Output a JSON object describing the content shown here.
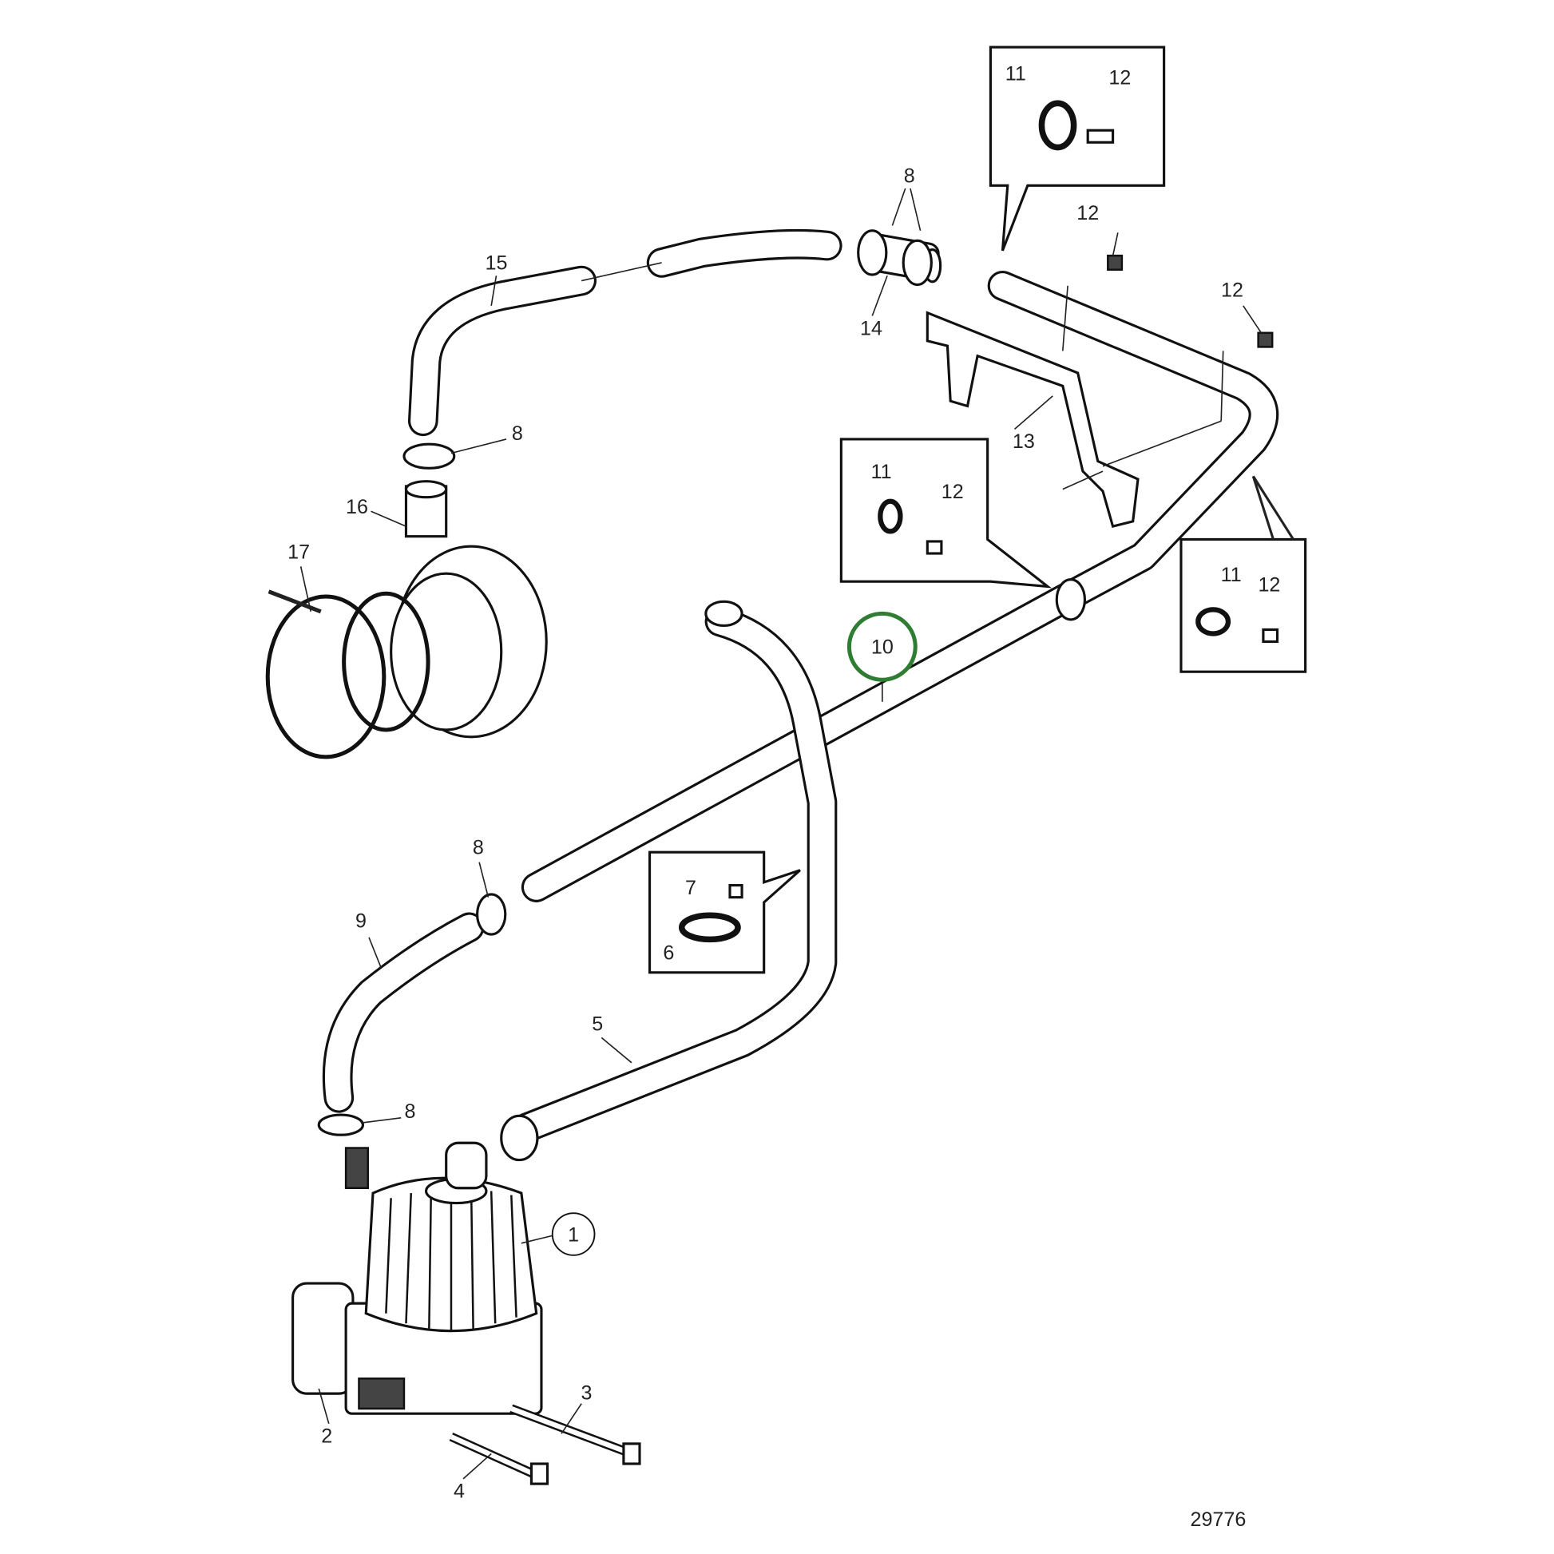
{
  "diagram_id": "29776",
  "highlight_color": "#2e7d32",
  "highlighted_part": "10",
  "callouts": [
    "11",
    "12",
    "8",
    "12",
    "15",
    "14",
    "12",
    "8",
    "13",
    "16",
    "11",
    "12",
    "17",
    "11",
    "12",
    "10",
    "8",
    "9",
    "7",
    "6",
    "5",
    "8",
    "1",
    "3",
    "2",
    "4"
  ]
}
